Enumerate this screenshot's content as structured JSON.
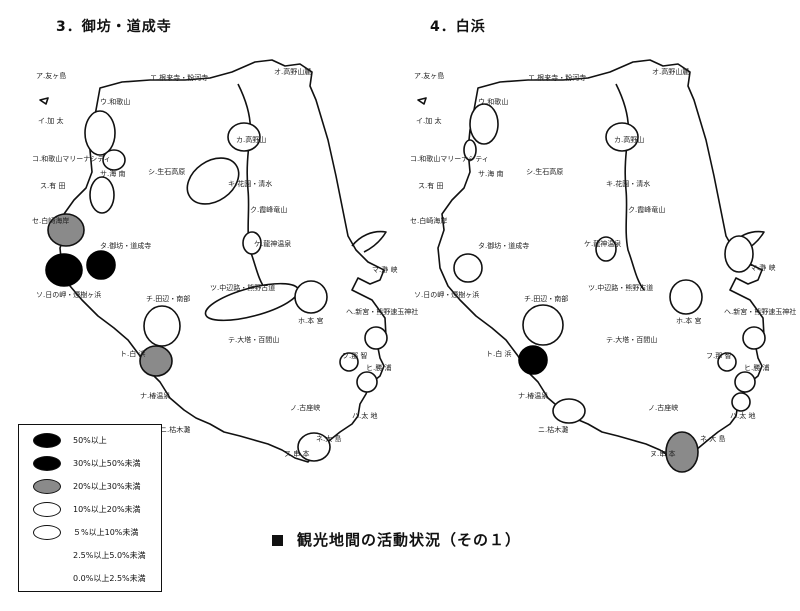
{
  "panels": [
    {
      "title": "3．御坊・道成寺"
    },
    {
      "title": "4．白浜"
    }
  ],
  "labels": {
    "a": "ア.友ヶ島",
    "i": "イ.加 太",
    "u": "ウ.和歌山",
    "e": "エ.根来寺・粉河寺",
    "o": "オ.高野山麓",
    "ka": "カ.高野山",
    "ki": "キ.花園・清水",
    "ku": "ク.霞峰竜山",
    "ke": "ケ.龍神温泉",
    "ko": "コ.和歌山マリーナシティ",
    "sa": "サ.海 南",
    "shi": "シ.生石高原",
    "su": "ス.有 田",
    "se": "セ.白崎海岸",
    "so": "ソ.日の岬・煙樹ヶ浜",
    "ta": "タ.御坊・道成寺",
    "chi": "チ.田辺・南部",
    "tsu": "ツ.中辺路・熊野古道",
    "te": "テ.大塔・百間山",
    "to": "ト.白 浜",
    "na": "ナ.椿温泉",
    "ni": "ニ.枯木灘",
    "nu": "ヌ.串 本",
    "ne": "ネ.大 島",
    "no": "ノ.古座峡",
    "ha": "ハ.太 地",
    "hi": "ヒ.勝 浦",
    "fu": "フ.那 智",
    "he": "ヘ.新宮・熊野速玉神社",
    "ho": "ホ.本 宮",
    "ma": "マ.瀞 峡"
  },
  "legend": [
    {
      "symbol": "black",
      "text": "50%以上"
    },
    {
      "symbol": "black",
      "text": "30%以上50%未満"
    },
    {
      "symbol": "gray",
      "text": "20%以上30%未満"
    },
    {
      "symbol": "white",
      "text": "10%以上20%未満"
    },
    {
      "symbol": "white",
      "text": "５%以上10%未満"
    },
    {
      "symbol": "none",
      "text": "2.5%以上5.0%未満"
    },
    {
      "symbol": "none",
      "text": "0.0%以上2.5%未満"
    }
  ],
  "caption": "観光地間の活動状況（その１）",
  "colors": {
    "black": "#000000",
    "gray": "#8a8a8a",
    "white": "#ffffff"
  }
}
